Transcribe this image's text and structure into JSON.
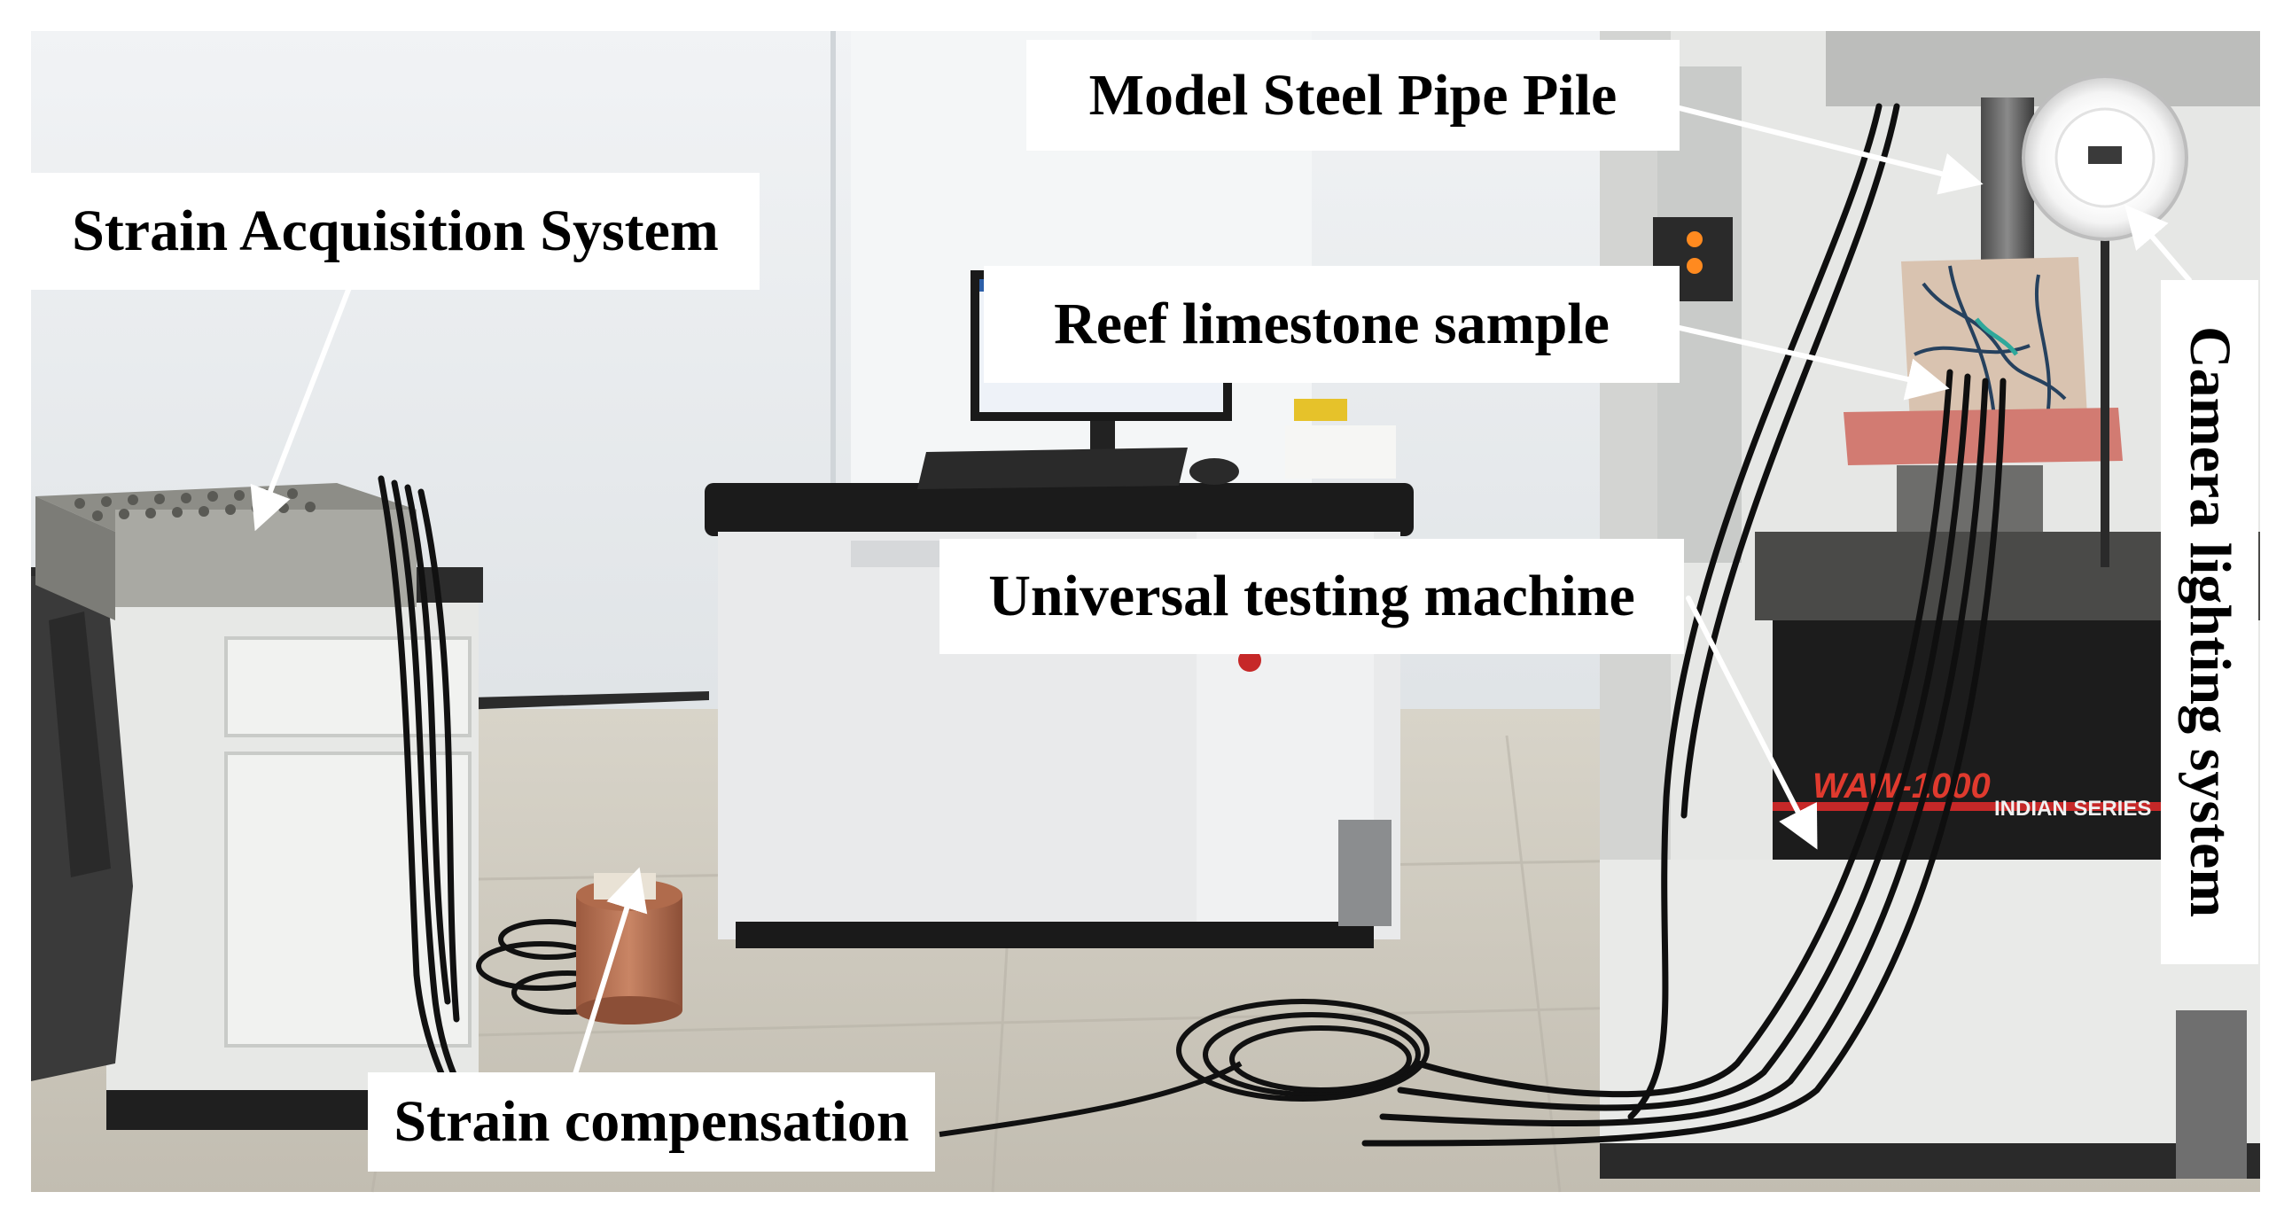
{
  "labels": {
    "strain_acquisition": "Strain Acquisition System",
    "model_pile": "Model Steel Pipe Pile",
    "reef_sample": "Reef limestone sample",
    "utm": "Universal testing machine",
    "strain_compensation": "Strain compensation",
    "camera_lighting": "Camera lighting system"
  },
  "machine_plate": {
    "model": "WAW-1000",
    "series": "INDIAN SERIES"
  },
  "colors": {
    "wall": "#e9ecef",
    "floor": "#cfcabe",
    "label_bg": "#ffffff",
    "arrow": "#ffffff",
    "machine_panel": "#1c1c1c",
    "sample_block": "#d9c3b0",
    "red_base": "#d27b72",
    "compensation_cylinder": "#b7704f"
  }
}
